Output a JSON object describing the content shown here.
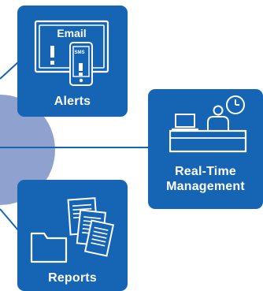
{
  "colors": {
    "card": "#1565b4",
    "connector": "#1565b4",
    "hub": "#8fa2cf",
    "icon_stroke": "#ffffff"
  },
  "cards": {
    "alerts": {
      "label": "Alerts",
      "email_text": "Email",
      "sms_text": "SMS",
      "icon": "email-sms-alert-icon"
    },
    "management": {
      "label_line1": "Real-Time",
      "label_line2": "Management",
      "icon": "operator-desk-clock-icon"
    },
    "reports": {
      "label": "Reports",
      "icon": "folder-documents-icon"
    }
  }
}
